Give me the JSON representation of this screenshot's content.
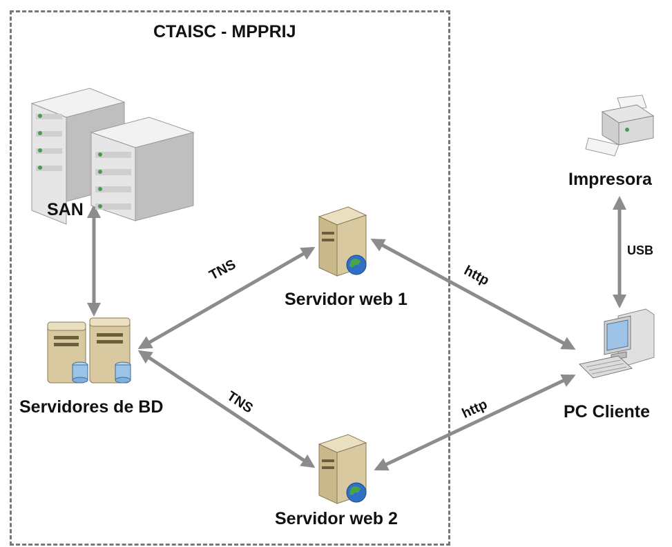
{
  "boundary": {
    "title": "CTAISC - MPPRIJ"
  },
  "nodes": {
    "san": "SAN",
    "db_servers": "Servidores de BD",
    "web_server_1": "Servidor web 1",
    "web_server_2": "Servidor web 2",
    "pc_client": "PC Cliente",
    "printer": "Impresora"
  },
  "links": {
    "db_web1": "TNS",
    "db_web2": "TNS",
    "web1_pc": "http",
    "web2_pc": "http",
    "pc_printer": "USB"
  },
  "icons": {
    "san": "storage-rack-icon",
    "db_servers": "database-server-icon",
    "web_server": "web-server-globe-icon",
    "pc_client": "desktop-computer-icon",
    "printer": "printer-icon"
  },
  "colors": {
    "arrow": "#8c8c8c",
    "boundary": "#777777",
    "server_body": "#d9c9a0",
    "globe": "#2f6fc4"
  }
}
